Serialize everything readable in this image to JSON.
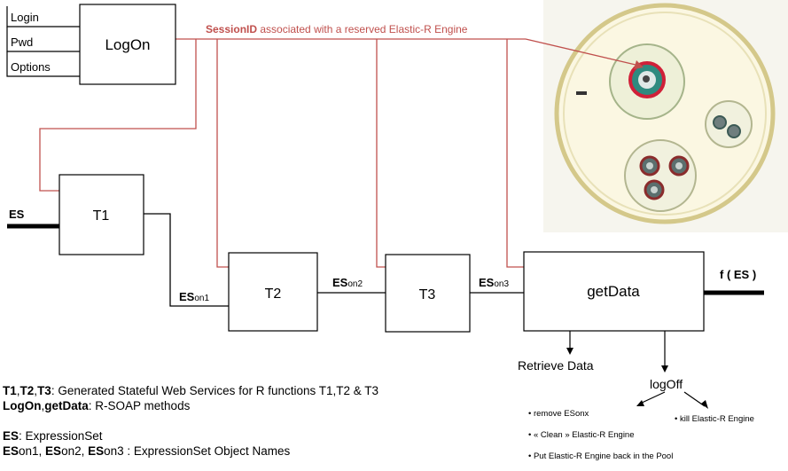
{
  "inputs": {
    "login": "Login",
    "pwd": "Pwd",
    "options": "Options"
  },
  "boxes": {
    "logon": "LogOn",
    "t1": "T1",
    "t2": "T2",
    "t3": "T3",
    "getdata": "getData"
  },
  "session": {
    "bold": "SessionID",
    "rest": " associated with a reserved Elastic-R Engine"
  },
  "flow": {
    "es": "ES",
    "eson1_bold": "ES",
    "eson1_sub": "on1",
    "eson2_bold": "ES",
    "eson2_sub": "on2",
    "eson3_bold": "ES",
    "eson3_sub": "on3",
    "output": "f ( ES )"
  },
  "actions": {
    "retrieve": "Retrieve Data",
    "logoff": "logOff",
    "bullets": [
      "• remove  ESonx",
      "• « Clean » Elastic-R Engine",
      "• Put Elastic-R Engine back in the Pool",
      "• kill Elastic-R Engine"
    ]
  },
  "legend": {
    "line1_b1": "T1",
    "line1_s1": ",",
    "line1_b2": "T2",
    "line1_s2": ",",
    "line1_b3": "T3",
    "line1_rest": ": Generated Stateful Web Services for R functions T1,T2 & T3",
    "line2_b1": "LogOn",
    "line2_s1": ",",
    "line2_b2": "getData",
    "line2_rest": ": R-SOAP methods",
    "line3_b": "ES",
    "line3_rest": ": ExpressionSet",
    "line4_b1": "ES",
    "line4_r1": "on1, ",
    "line4_b2": "ES",
    "line4_r2": "on2, ",
    "line4_b3": "ES",
    "line4_r3": "on3 : ExpressionSet Object Names"
  },
  "colors": {
    "session_line": "#c0504d",
    "session_text": "#c0504d",
    "box": "#000000"
  }
}
